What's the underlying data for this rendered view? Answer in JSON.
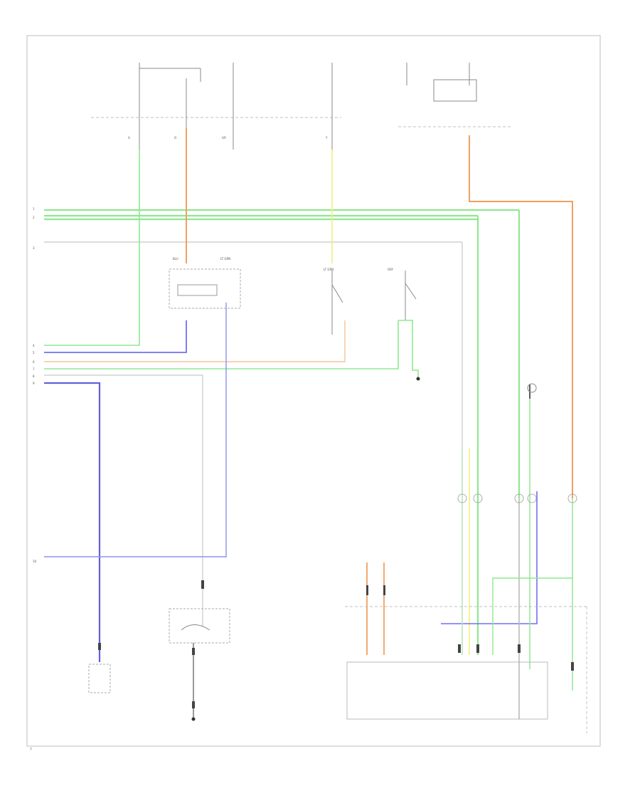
{
  "wire_colors": {
    "green": "#8fe88f",
    "orange": "#f0a060",
    "blue": "#7070f0",
    "yellow": "#f0f080",
    "grey": "#b8b8b8",
    "black": "#333333"
  },
  "connector_labels": [
    {
      "id": "a",
      "text": "G"
    },
    {
      "id": "b",
      "text": "O"
    },
    {
      "id": "c",
      "text": "GR"
    },
    {
      "id": "d",
      "text": "Y"
    },
    {
      "id": "e",
      "text": "BLU"
    },
    {
      "id": "f",
      "text": "LT GRN"
    },
    {
      "id": "g",
      "text": "LT GRN"
    },
    {
      "id": "h",
      "text": "GRY"
    }
  ],
  "left_markers": [
    "1",
    "2",
    "3",
    "4",
    "5",
    "6",
    "7",
    "8",
    "9",
    "10"
  ],
  "corner_label": "?"
}
